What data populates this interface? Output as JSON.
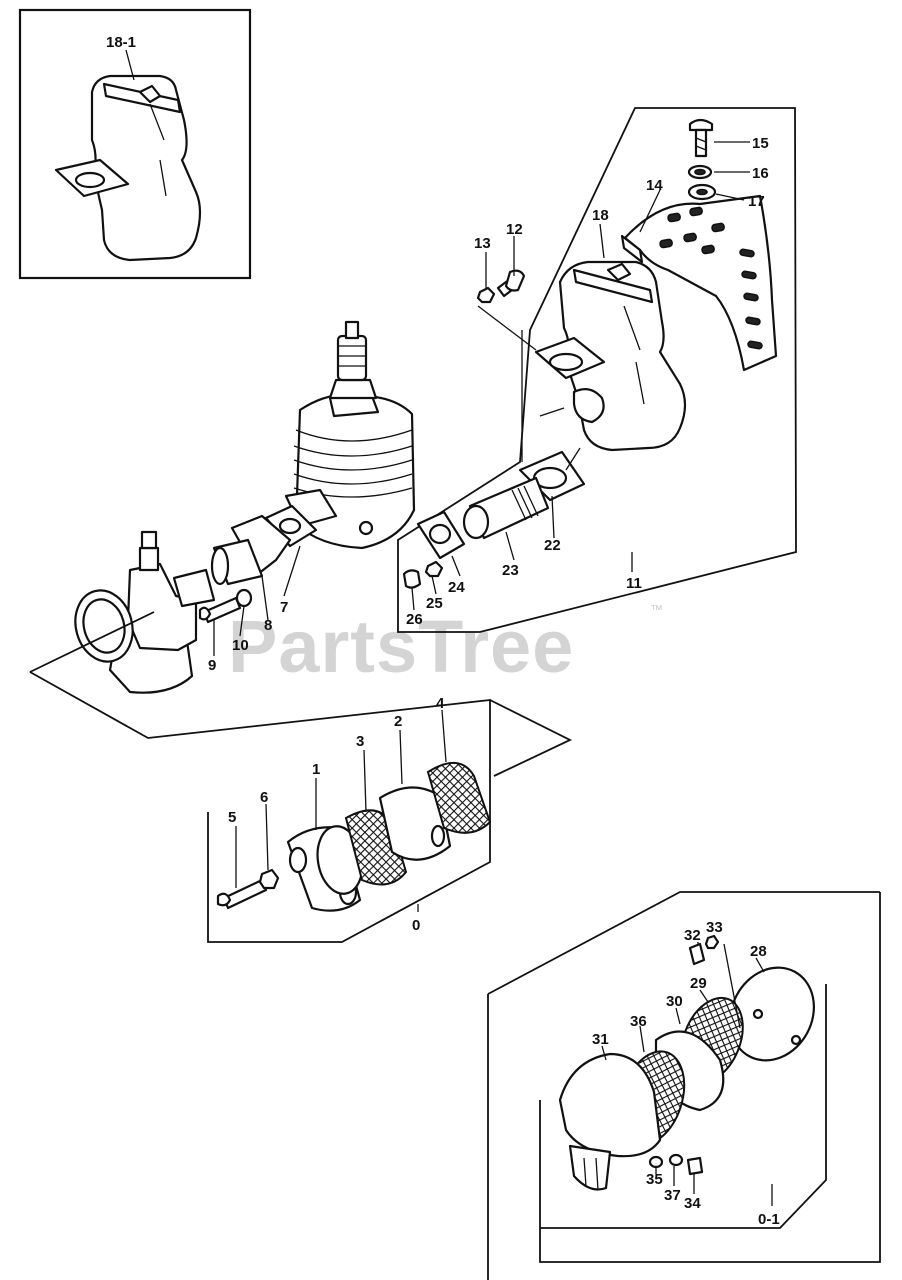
{
  "watermark": {
    "text": "PartsTree",
    "trademark": "™"
  },
  "callouts": {
    "c18_1": "18-1",
    "c15": "15",
    "c16": "16",
    "c17": "17",
    "c14": "14",
    "c18": "18",
    "c13": "13",
    "c12": "12",
    "c7": "7",
    "c8": "8",
    "c9": "9",
    "c10": "10",
    "c22": "22",
    "c23": "23",
    "c24": "24",
    "c25": "25",
    "c26": "26",
    "c11": "11",
    "c1": "1",
    "c2": "2",
    "c3": "3",
    "c4": "4",
    "c5": "5",
    "c6": "6",
    "c0": "0",
    "c32": "32",
    "c33": "33",
    "c28": "28",
    "c29": "29",
    "c30": "30",
    "c36": "36",
    "c31": "31",
    "c35": "35",
    "c37": "37",
    "c34": "34",
    "c0_1": "0-1"
  }
}
